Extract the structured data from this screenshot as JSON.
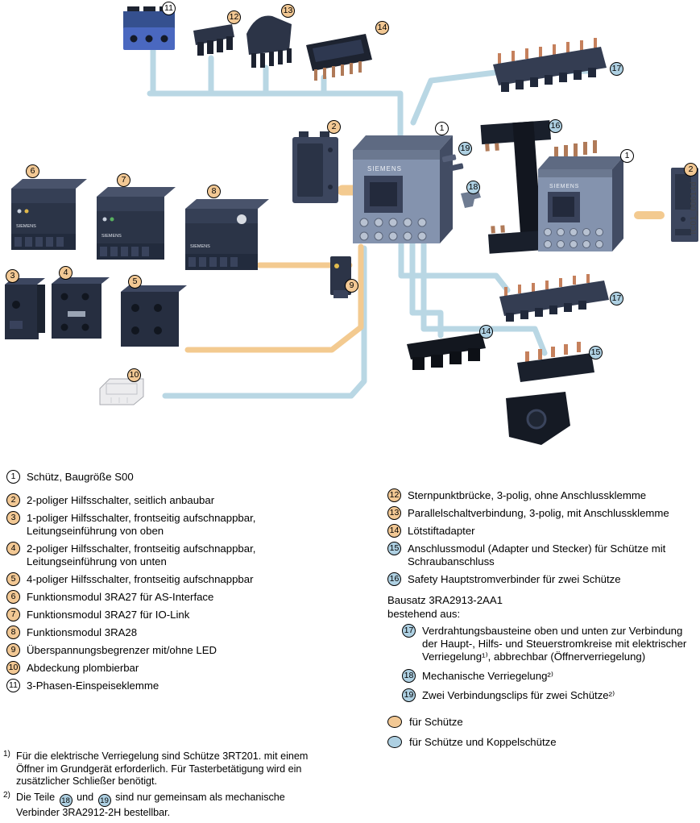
{
  "page": {
    "code": "IC01_00614d",
    "brand": "SIEMENS"
  },
  "colors": {
    "callout_orange": "#f2c894",
    "callout_blue": "#aed0e2",
    "callout_white": "#ffffff",
    "wire_orange": "#f3ca90",
    "wire_blue": "#b9d7e4"
  },
  "diagram": {
    "callouts": {
      "c11": {
        "n": "11",
        "type": "white"
      },
      "c12": {
        "n": "12",
        "type": "orange"
      },
      "c13": {
        "n": "13",
        "type": "orange"
      },
      "c14a": {
        "n": "14",
        "type": "orange"
      },
      "c17a": {
        "n": "17",
        "type": "blue"
      },
      "c2a": {
        "n": "2",
        "type": "orange"
      },
      "c1a": {
        "n": "1",
        "type": "white"
      },
      "c19": {
        "n": "19",
        "type": "blue"
      },
      "c16": {
        "n": "16",
        "type": "blue"
      },
      "c18": {
        "n": "18",
        "type": "blue"
      },
      "c1b": {
        "n": "1",
        "type": "white"
      },
      "c2b": {
        "n": "2",
        "type": "orange"
      },
      "c6": {
        "n": "6",
        "type": "orange"
      },
      "c7": {
        "n": "7",
        "type": "orange"
      },
      "c8": {
        "n": "8",
        "type": "orange"
      },
      "c3": {
        "n": "3",
        "type": "orange"
      },
      "c4": {
        "n": "4",
        "type": "orange"
      },
      "c5": {
        "n": "5",
        "type": "orange"
      },
      "c9": {
        "n": "9",
        "type": "orange"
      },
      "c10": {
        "n": "10",
        "type": "orange"
      },
      "c17b": {
        "n": "17",
        "type": "blue"
      },
      "c14b": {
        "n": "14",
        "type": "blue"
      },
      "c15": {
        "n": "15",
        "type": "blue"
      }
    }
  },
  "legend": {
    "item1": {
      "num": "1",
      "type": "white",
      "text": "Schütz, Baugröße S00"
    },
    "left": [
      {
        "num": "2",
        "type": "orange",
        "text": "2-poliger Hilfsschalter, seitlich anbaubar"
      },
      {
        "num": "3",
        "type": "orange",
        "text": "1-poliger Hilfsschalter, frontseitig aufschnappbar, Leitungseinführung von oben"
      },
      {
        "num": "4",
        "type": "orange",
        "text": "2-poliger Hilfsschalter, frontseitig aufschnappbar, Leitungseinführung von unten"
      },
      {
        "num": "5",
        "type": "orange",
        "text": "4-poliger Hilfsschalter, frontseitig aufschnappbar"
      },
      {
        "num": "6",
        "type": "orange",
        "text": "Funktionsmodul 3RA27 für AS-Interface"
      },
      {
        "num": "7",
        "type": "orange",
        "text": "Funktionsmodul 3RA27 für IO-Link"
      },
      {
        "num": "8",
        "type": "orange",
        "text": "Funktionsmodul 3RA28"
      },
      {
        "num": "9",
        "type": "orange",
        "text": "Überspannungsbegrenzer mit/ohne LED"
      },
      {
        "num": "10",
        "type": "orange",
        "text": "Abdeckung plombierbar"
      },
      {
        "num": "11",
        "type": "white",
        "text": "3-Phasen-Einspeiseklemme"
      }
    ],
    "right": [
      {
        "num": "12",
        "type": "orange",
        "text": "Sternpunktbrücke, 3-polig, ohne Anschlussklemme"
      },
      {
        "num": "13",
        "type": "orange",
        "text": "Parallelschaltverbindung, 3-polig, mit Anschlussklemme"
      },
      {
        "num": "14",
        "type": "orange",
        "text": "Lötstiftadapter"
      },
      {
        "num": "15",
        "type": "blue",
        "text": "Anschlussmodul (Adapter und Stecker) für Schütze mit Schraubanschluss"
      },
      {
        "num": "16",
        "type": "blue",
        "text": "Safety Hauptstromverbinder für zwei Schütze"
      }
    ],
    "bausatz": {
      "line1": "Bausatz 3RA2913-2AA1",
      "line2": "bestehend aus:"
    },
    "kit": [
      {
        "num": "17",
        "type": "blue",
        "text": "Verdrahtungsbausteine oben und unten zur Verbindung der Haupt-, Hilfs- und Steuerstromkreise mit elektrischer Verriegelung¹⁾, abbrechbar (Öffnerverriegelung)"
      },
      {
        "num": "18",
        "type": "blue",
        "text": "Mechanische Verriegelung²⁾"
      },
      {
        "num": "19",
        "type": "blue",
        "text": "Zwei Verbindungsclips für zwei Schütze²⁾"
      }
    ],
    "colorkey": {
      "orange_label": "für Schütze",
      "blue_label": "für Schütze und Koppelschütze"
    }
  },
  "footnotes": {
    "f1_marker": "1)",
    "f1_text": "Für die elektrische Verriegelung sind Schütze 3RT201. mit einem Öffner im Grundgerät erforderlich. Für Tasterbetätigung wird ein zusätzlicher Schließer benötigt.",
    "f2_marker": "2)",
    "f2_pre": "Die Teile",
    "f2_n1": "18",
    "f2_mid": "und",
    "f2_n2": "19",
    "f2_post": "sind nur gemeinsam als mechanische Verbinder 3RA2912-2H bestellbar."
  }
}
